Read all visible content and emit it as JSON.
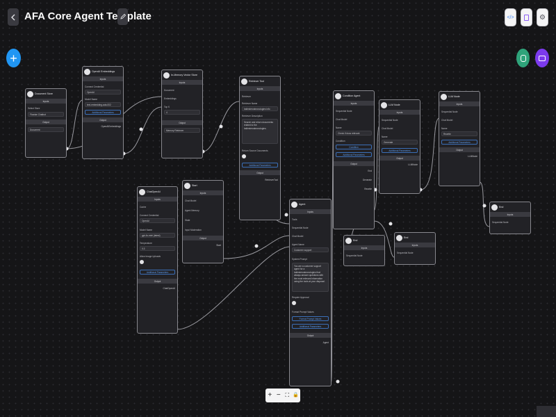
{
  "header": {
    "title": "AFA Core Agent Template",
    "back_icon": "chevron-left-icon",
    "edit_icon": "pencil-icon",
    "actions": [
      {
        "name": "code-icon",
        "color": "#3b82f6"
      },
      {
        "name": "clipboard-icon",
        "color": "#8b5cf6"
      },
      {
        "name": "settings-icon",
        "color": "#52525b"
      }
    ]
  },
  "canvas": {
    "add_icon": "plus-icon",
    "add_color": "#2196f3",
    "right_fabs": [
      {
        "name": "database-icon",
        "color": "#2fa37a"
      },
      {
        "name": "chat-icon",
        "color": "#7c3aed"
      }
    ]
  },
  "nodes": {
    "doc_store": {
      "title": "Document Store",
      "inputs": "Inputs",
      "select_store_label": "Select Store",
      "select_store_value": "Flowise Chatbot",
      "output": "Output",
      "output_value": "Document"
    },
    "openai_emb": {
      "title": "OpenAI Embeddings",
      "inputs": "Inputs",
      "credential_label": "Connect Credential",
      "credential_value": "OpenAI",
      "model_label": "Model Name",
      "model_value": "text-embedding-ada-002",
      "params": "Additional Parameters",
      "output": "Output",
      "output_value": "OpenAIEmbeddings"
    },
    "vector_store": {
      "title": "In-Memory Vector Store",
      "inputs": "Inputs",
      "document_label": "Document",
      "embeddings_label": "Embeddings",
      "topk_label": "Top K",
      "topk_value": "4",
      "output": "Output",
      "output_value": "Memory Retriever"
    },
    "retriever_tool": {
      "title": "Retriever Tool",
      "inputs": "Inputs",
      "retriever_label": "Retriever",
      "name_label": "Retriever Name",
      "name_value": "ballesterostecnologies info",
      "desc_label": "Retriever Description",
      "desc_value": "Search and return documents related to the ballesterostecnologies.",
      "return_docs_label": "Return Source Documents",
      "params": "Additional Parameters",
      "output": "Output",
      "output_value": "RetrieverTool"
    },
    "chat_openai": {
      "title": "ChatOpenAI",
      "cache_label": "Cache",
      "inputs": "Inputs",
      "credential_label": "Connect Credential",
      "credential_value": "OpenAI",
      "model_label": "Model Name",
      "model_value": "gpt-4o-mini (latest)",
      "temperature_label": "Temperature",
      "temperature_value": "0.3",
      "image_label": "Allow Image Uploads",
      "params": "Additional Parameters",
      "output": "Output",
      "output_value": "ChatOpenAI"
    },
    "start": {
      "title": "Start",
      "inputs": "Inputs",
      "rows": [
        "Chat Model",
        "Agent Memory",
        "State",
        "Input Moderation"
      ],
      "output": "Output",
      "output_value": "Start"
    },
    "agent": {
      "title": "Agent",
      "inputs": "Inputs",
      "tools_label": "Tools",
      "seq_label": "Sequential Node",
      "chat_model_label": "Chat Model",
      "agent_name_label": "Agent Name",
      "agent_name_value": "Customer support",
      "system_prompt_label": "System Prompt",
      "system_prompt_value": "You are a customer support agent for a ballesterostecnologies that always answer questions with the most relevant information using the tools at your disposal.",
      "approval_label": "Require Approval",
      "format_label": "Format Prompt Values",
      "format_btn": "Format Prompt Values",
      "params": "Additional Parameters",
      "output": "Output",
      "output_value": "Agent"
    },
    "condition_agent": {
      "title": "Condition Agent",
      "inputs": "Inputs",
      "seq_label": "Sequential Node",
      "chat_model_label": "Chat Model",
      "name_label": "Name",
      "name_value": "Check if docs relevant",
      "condition_label": "Condition",
      "condition_btn": "Condition",
      "params": "Additional Parameters",
      "output": "Output",
      "outputs": [
        "End",
        "Generate",
        "Rewrite"
      ]
    },
    "llm_node_1": {
      "title": "LLM Node",
      "inputs": "Inputs",
      "seq_label": "Sequential Node",
      "chat_model_label": "Chat Model",
      "name_label": "Name",
      "name_value": "Generate",
      "params": "Additional Parameters",
      "output": "Output",
      "output_value": "LLMNode"
    },
    "llm_node_2": {
      "title": "LLM Node",
      "inputs": "Inputs",
      "seq_label": "Sequential Node",
      "chat_model_label": "Chat Model",
      "name_label": "Name",
      "name_value": "Rewrite",
      "params": "Additional Parameters",
      "output": "Output",
      "output_value": "LLMNode"
    },
    "end_1": {
      "title": "End",
      "inputs": "Inputs",
      "seq_label": "Sequential Node"
    },
    "end_2": {
      "title": "End",
      "inputs": "Inputs",
      "seq_label": "Sequential Node"
    },
    "end_3": {
      "title": "End",
      "inputs": "Inputs",
      "seq_label": "Sequential Node"
    }
  },
  "zoom_controls": [
    {
      "name": "zoom-in-icon",
      "glyph": "+"
    },
    {
      "name": "zoom-out-icon",
      "glyph": "−"
    },
    {
      "name": "fit-view-icon",
      "glyph": "⛶"
    },
    {
      "name": "lock-icon",
      "glyph": "🔒"
    }
  ]
}
